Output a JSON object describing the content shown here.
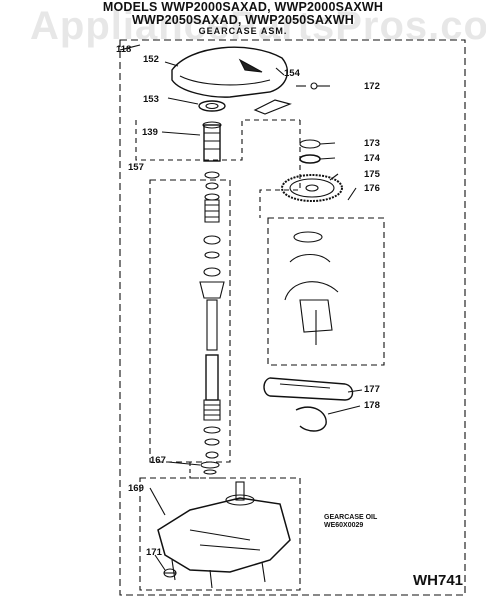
{
  "header": {
    "line1": "MODELS WWP2000SAXAD, WWP2000SAXWH",
    "line2": "WWP2050SAXAD, WWP2050SAXWH",
    "line3": "GEARCASE ASM."
  },
  "watermark": "AppliancePartsPros.com",
  "callouts": {
    "c118": "118",
    "c152": "152",
    "c154": "154",
    "c172": "172",
    "c153": "153",
    "c139": "139",
    "c173": "173",
    "c174": "174",
    "c157": "157",
    "c175": "175",
    "c176": "176",
    "c177": "177",
    "c178": "178",
    "c167": "167",
    "c169": "169",
    "c171": "171"
  },
  "note": {
    "line1": "GEARCASE OIL",
    "line2": "WE60X0029"
  },
  "diagram_code": "WH741"
}
